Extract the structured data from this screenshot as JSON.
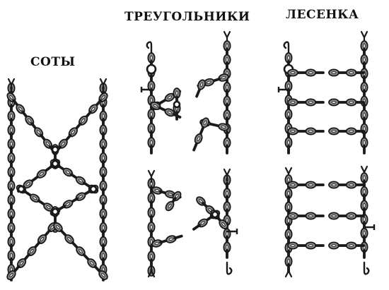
{
  "labels": {
    "honeycomb": "СОТЫ",
    "triangles": "ТРЕУГОЛЬНИКИ",
    "ladder": "ЛЕСЕНКА"
  },
  "colors": {
    "ink": "#1a1a1a",
    "link_fill": "#8a8a8a",
    "background": "#ffffff"
  }
}
